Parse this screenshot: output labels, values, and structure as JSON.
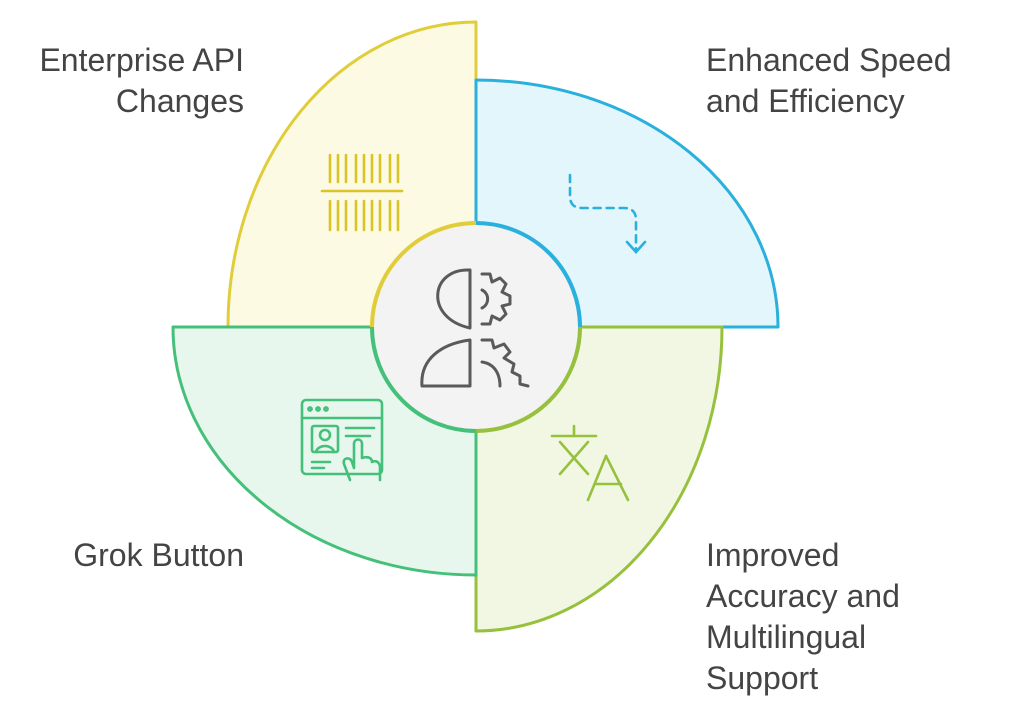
{
  "diagram": {
    "quadrants": [
      {
        "id": "top-left",
        "lines": [
          "Enterprise API",
          "Changes"
        ],
        "icon": "barcode-icon",
        "fill": "#fcfae3",
        "stroke": "#e1cd3a"
      },
      {
        "id": "top-right",
        "lines": [
          "Enhanced Speed",
          "and Efficiency"
        ],
        "icon": "dashed-arrow-down-icon",
        "fill": "#e3f6fb",
        "stroke": "#2ab0dd"
      },
      {
        "id": "bottom-right",
        "lines": [
          "Improved",
          "Accuracy and",
          "Multilingual",
          "Support"
        ],
        "icon": "translate-icon",
        "fill": "#f2f7e3",
        "stroke": "#97c13c"
      },
      {
        "id": "bottom-left",
        "lines": [
          "Grok Button"
        ],
        "icon": "click-interface-icon",
        "fill": "#e8f7ee",
        "stroke": "#45c07a"
      }
    ],
    "center": {
      "icon": "human-machine-gear-icon",
      "fill": "#f3f3f3",
      "stroke": "#5a5a5a"
    }
  }
}
